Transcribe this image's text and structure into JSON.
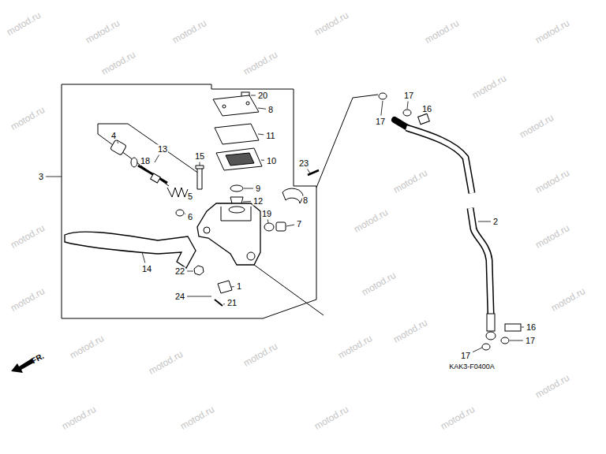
{
  "diagram": {
    "labels": [
      "20",
      "8",
      "11",
      "10",
      "4",
      "18",
      "13",
      "15",
      "23",
      "9",
      "5",
      "12",
      "8",
      "3",
      "19",
      "7",
      "6",
      "14",
      "22",
      "1",
      "24",
      "21",
      "17",
      "17",
      "16",
      "2",
      "16",
      "17",
      "17",
      "KAK3-F0400A",
      "FR.",
      "motod.ru",
      "motod.ru",
      "motod.ru",
      "motod.ru",
      "motod.ru",
      "motod.ru",
      "motod.ru",
      "motod.ru",
      "motod.ru",
      "motod.ru",
      "motod.ru",
      "motod.ru",
      "motod.ru",
      "motod.ru",
      "motod.ru",
      "motod.ru",
      "motod.ru",
      "motod.ru",
      "motod.ru",
      "motod.ru",
      "motod.ru",
      "motod.ru",
      "motod.ru",
      "motod.ru",
      "motod.ru",
      "motod.ru",
      "motod.ru",
      "motod.ru",
      "motod.ru"
    ]
  }
}
